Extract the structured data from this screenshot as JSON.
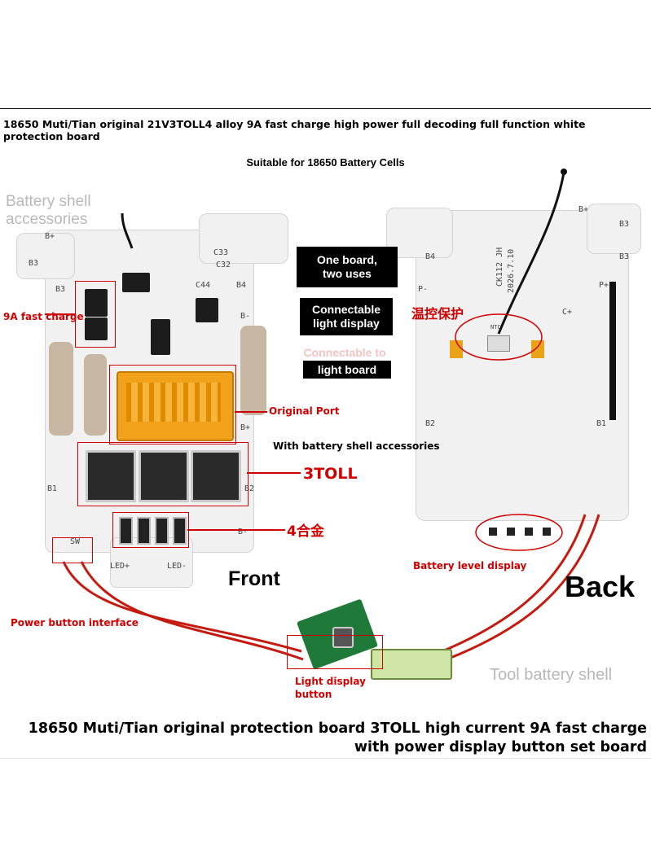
{
  "header": {
    "title": "18650 Muti/Tian original 21V3TOLL4 alloy 9A fast charge high power full decoding full function white protection board",
    "subtitle": "Suitable for 18650 Battery Cells"
  },
  "overlays": {
    "battery_shell_accessories": "Battery shell accessories",
    "tool_battery_shell": "Tool battery shell",
    "with_battery_shell": "With battery shell accessories"
  },
  "tags": {
    "one_board": "One board, two uses",
    "connectable_light_display": "Connectable light display",
    "connectable_to": "Connectable to",
    "light_board": "light board"
  },
  "callouts": {
    "fast_charge": "9A fast charge",
    "original_port": "Original Port",
    "toll": "3TOLL",
    "alloy": "4合金",
    "power_button_interface": "Power button interface",
    "light_display_button": "Light display button",
    "battery_level_display": "Battery level display",
    "temp_protection": "温控保护"
  },
  "views": {
    "front": "Front",
    "back": "Back"
  },
  "silkscreen": {
    "front": [
      "B+",
      "B3",
      "B3",
      "B4",
      "B1",
      "B2",
      "B-",
      "B-",
      "B+",
      "LED+",
      "LED-",
      "SW",
      "C33",
      "C32",
      "C44"
    ],
    "back": [
      "B+",
      "B3",
      "B3",
      "B4",
      "P-",
      "P+",
      "C+",
      "B2",
      "B1",
      "CK112 JH",
      "2026.7.10",
      "NTC"
    ]
  },
  "footer": {
    "title": "18650 Muti/Tian original protection board 3TOLL high current 9A fast charge with power display button set board"
  },
  "colors": {
    "callout_red": "#d10000",
    "board_white": "#f1f1f1",
    "connector_orange": "#f2a21a",
    "button_board_green": "#1f7a3a"
  }
}
